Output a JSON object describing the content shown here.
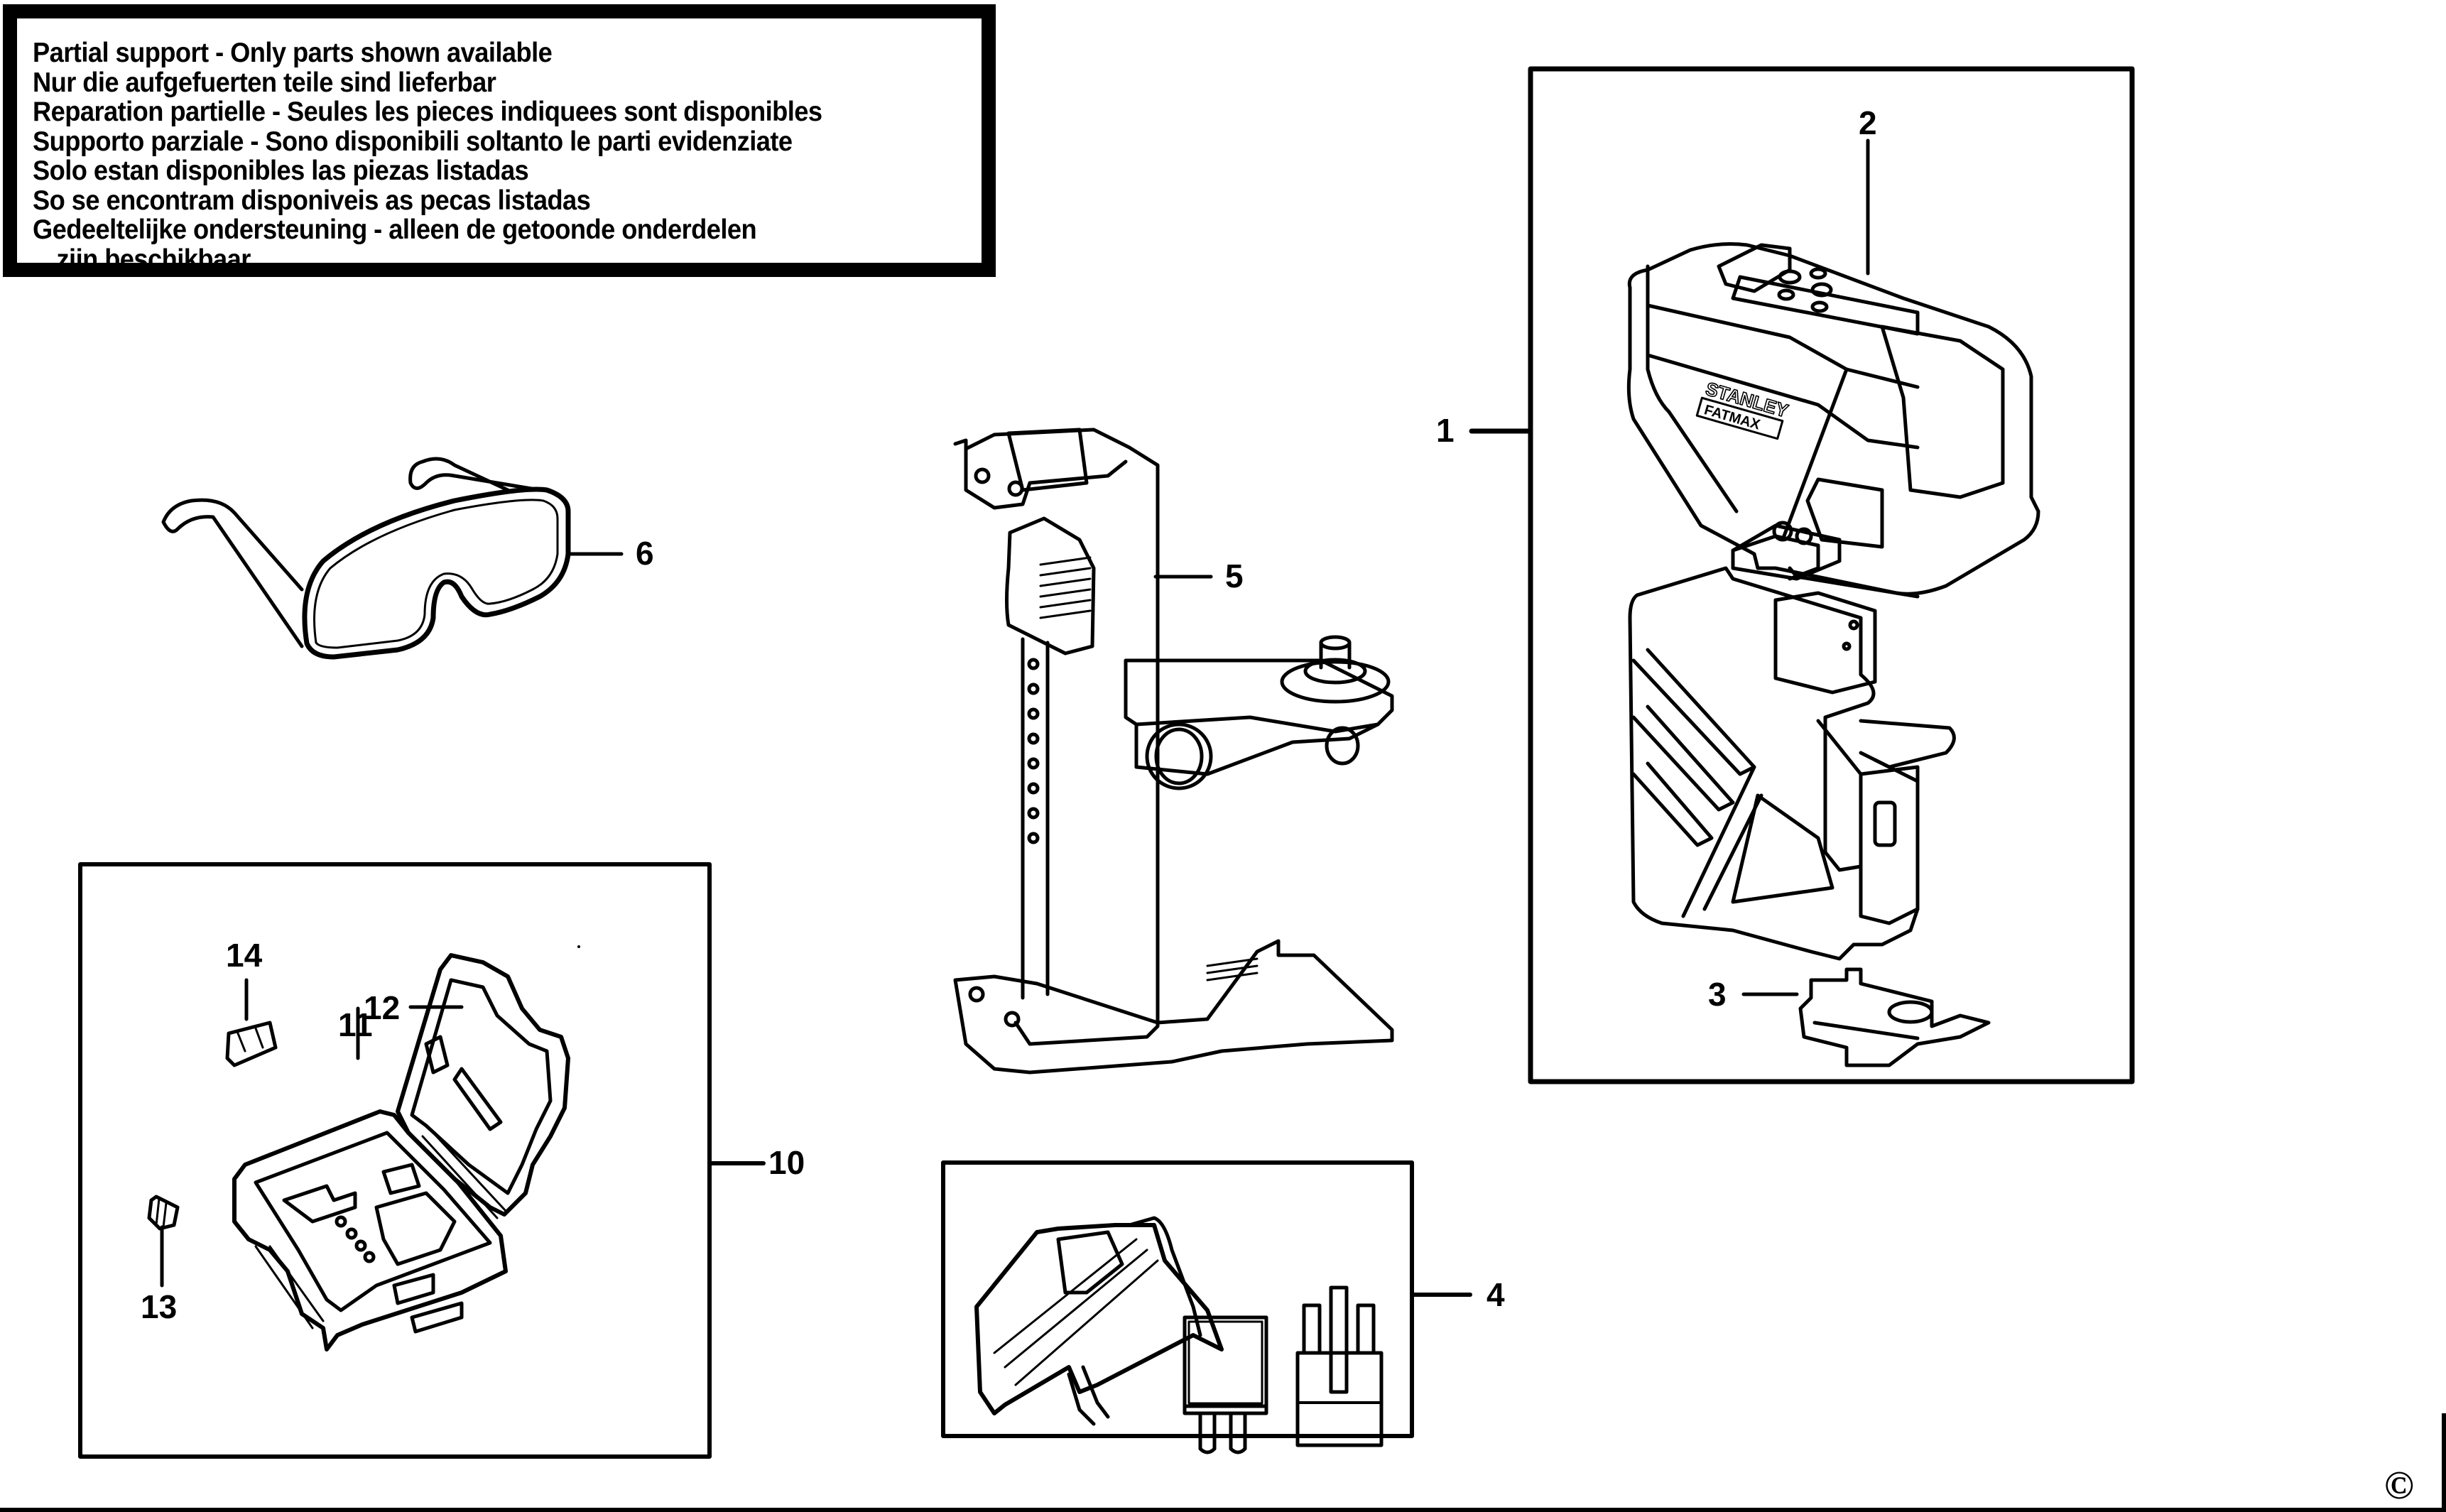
{
  "notice": {
    "lines": [
      "Partial support - Only parts shown available",
      "Nur die aufgefuerten teile sind lieferbar",
      "Reparation partielle - Seules les pieces indiquees sont disponibles",
      "Supporto parziale - Sono disponibili soltanto le parti evidenziate",
      "Solo estan disponibles las piezas listadas",
      "So se encontram disponiveis as pecas listadas",
      "Gedeeltelijke ondersteuning - alleen de getoonde onderdelen",
      "zijn beschikbaar"
    ]
  },
  "callouts": {
    "c1": "1",
    "c2": "2",
    "c3": "3",
    "c4": "4",
    "c5": "5",
    "c6": "6",
    "c10": "10",
    "c11": "11",
    "c12": "12",
    "c13": "13",
    "c14": "14"
  },
  "parts": {
    "p1": "laser-level-assembly",
    "p2": "top-housing-cover",
    "p3": "base-mount-bracket",
    "p4": "charger-and-plug-adapters",
    "p5": "wall-mount-bracket",
    "p6": "laser-enhancement-glasses",
    "p10": "carry-case-kit",
    "p11": "case-insert-tray",
    "p12": "case-lid",
    "p13": "case-latch",
    "p14": "case-hinge-clip"
  },
  "housing_logo": {
    "brand": "STANLEY",
    "sub": "FATMAX"
  },
  "copyright": "©"
}
